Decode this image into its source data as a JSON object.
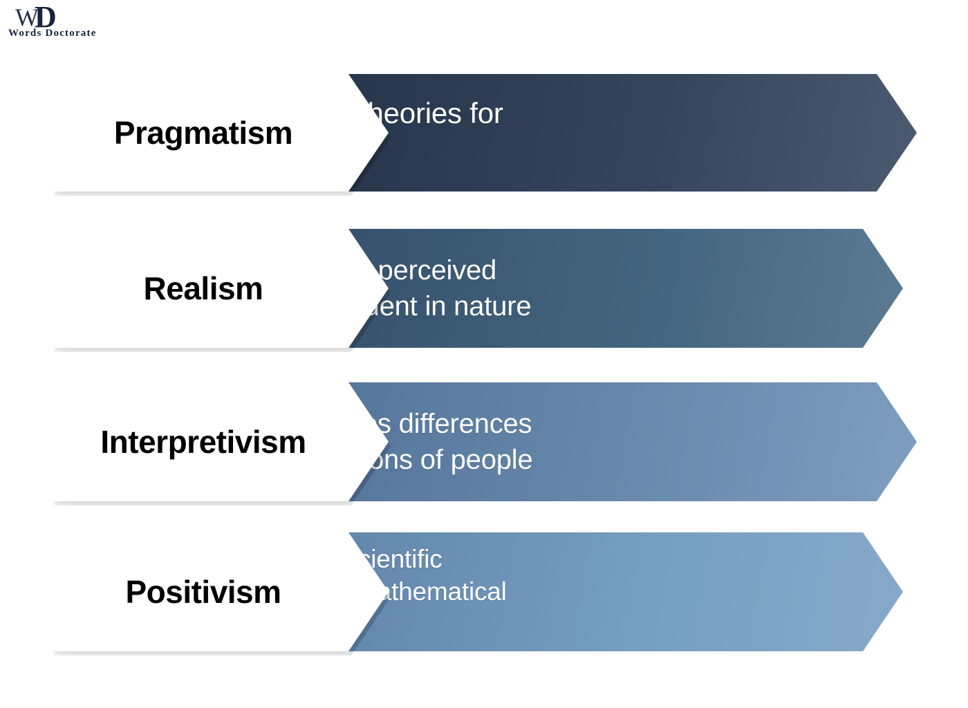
{
  "logo": {
    "monogram": "WD",
    "name": "Words Doctorate"
  },
  "diagram": {
    "type": "chevron-list",
    "rows": [
      {
        "label": "Pragmatism",
        "description": "Evaluates beliefs or theories for\npractical application.",
        "band_color": "#26344a"
      },
      {
        "label": "Realism",
        "description": "Accords to known and perceived\nhings tha are independent in nature",
        "band_color": "#35506a"
      },
      {
        "label": "Interpretivism",
        "description": "Identifies or appreciates differences\nbetween social conditions of people",
        "band_color": "#54759a"
      },
      {
        "label": "Positivism",
        "description": "Derivations based on scientific\nverificationsor logical / mathematical\nproof",
        "band_color": "#6b8fb4"
      }
    ]
  }
}
